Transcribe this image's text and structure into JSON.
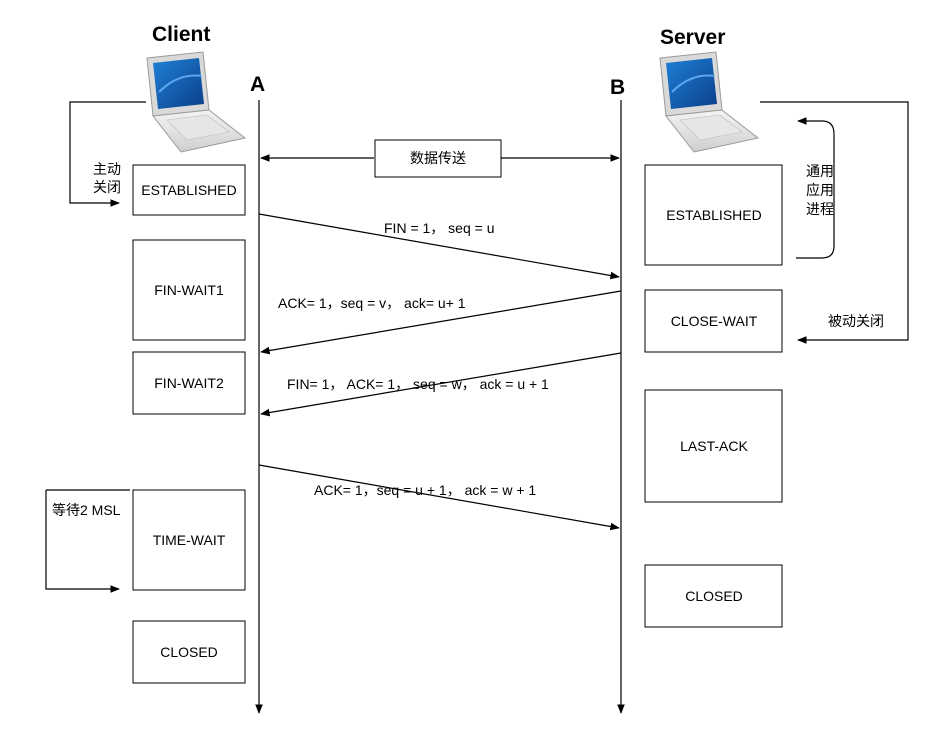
{
  "client": {
    "title": "Client",
    "axis": "A",
    "icon": "laptop-icon"
  },
  "server": {
    "title": "Server",
    "axis": "B",
    "icon": "laptop-icon"
  },
  "data_transfer": "数据传送",
  "client_states": [
    "ESTABLISHED",
    "FIN-WAIT1",
    "FIN-WAIT2",
    "TIME-WAIT",
    "CLOSED"
  ],
  "server_states": [
    "ESTABLISHED",
    "CLOSE-WAIT",
    "LAST-ACK",
    "CLOSED"
  ],
  "messages": [
    "FIN = 1， seq = u",
    "ACK= 1，seq = v， ack= u+ 1",
    "FIN= 1， ACK= 1， seq = w， ack = u + 1",
    "ACK= 1，seq = u + 1， ack = w + 1"
  ],
  "notes": {
    "active_close": [
      "主动",
      "关闭"
    ],
    "notify_app": [
      "通用",
      "应用",
      "进程"
    ],
    "passive_close": "被动关闭",
    "wait_2msl": "等待2 MSL"
  }
}
